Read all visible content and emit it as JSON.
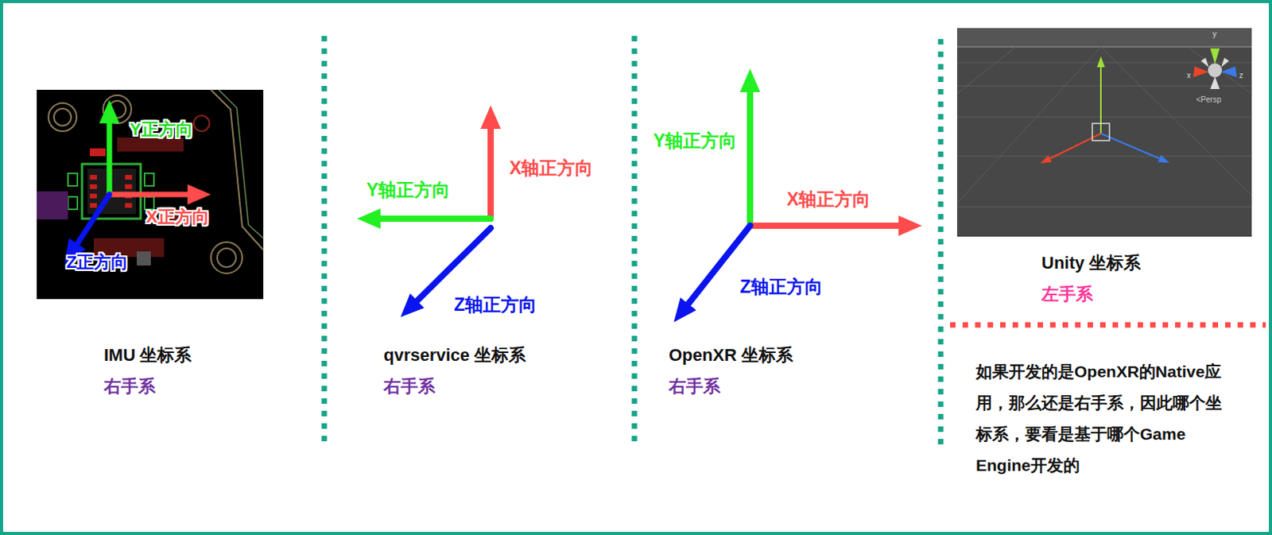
{
  "diagram": {
    "nodes": [
      {
        "text": [
          "Y正方向",
          "X正方向",
          "Z正方向"
        ]
      },
      {
        "text": [
          "y",
          "x",
          "z",
          "<Persp"
        ]
      }
    ],
    "labels": [
      "IMU 坐标系",
      "右手系",
      "Y轴正方向",
      "X轴正方向",
      "Z轴正方向",
      "qvrservice 坐标系",
      "右手系",
      "Y轴正方向",
      "X轴正方向",
      "Z轴正方向",
      "OpenXR 坐标系",
      "右手系",
      "Unity 坐标系",
      "左手系",
      "如果开发的是OpenXR的Native应用，那么还是右手系，因此哪个坐标系，要看是基于哪个Game Engine开发的"
    ]
  }
}
